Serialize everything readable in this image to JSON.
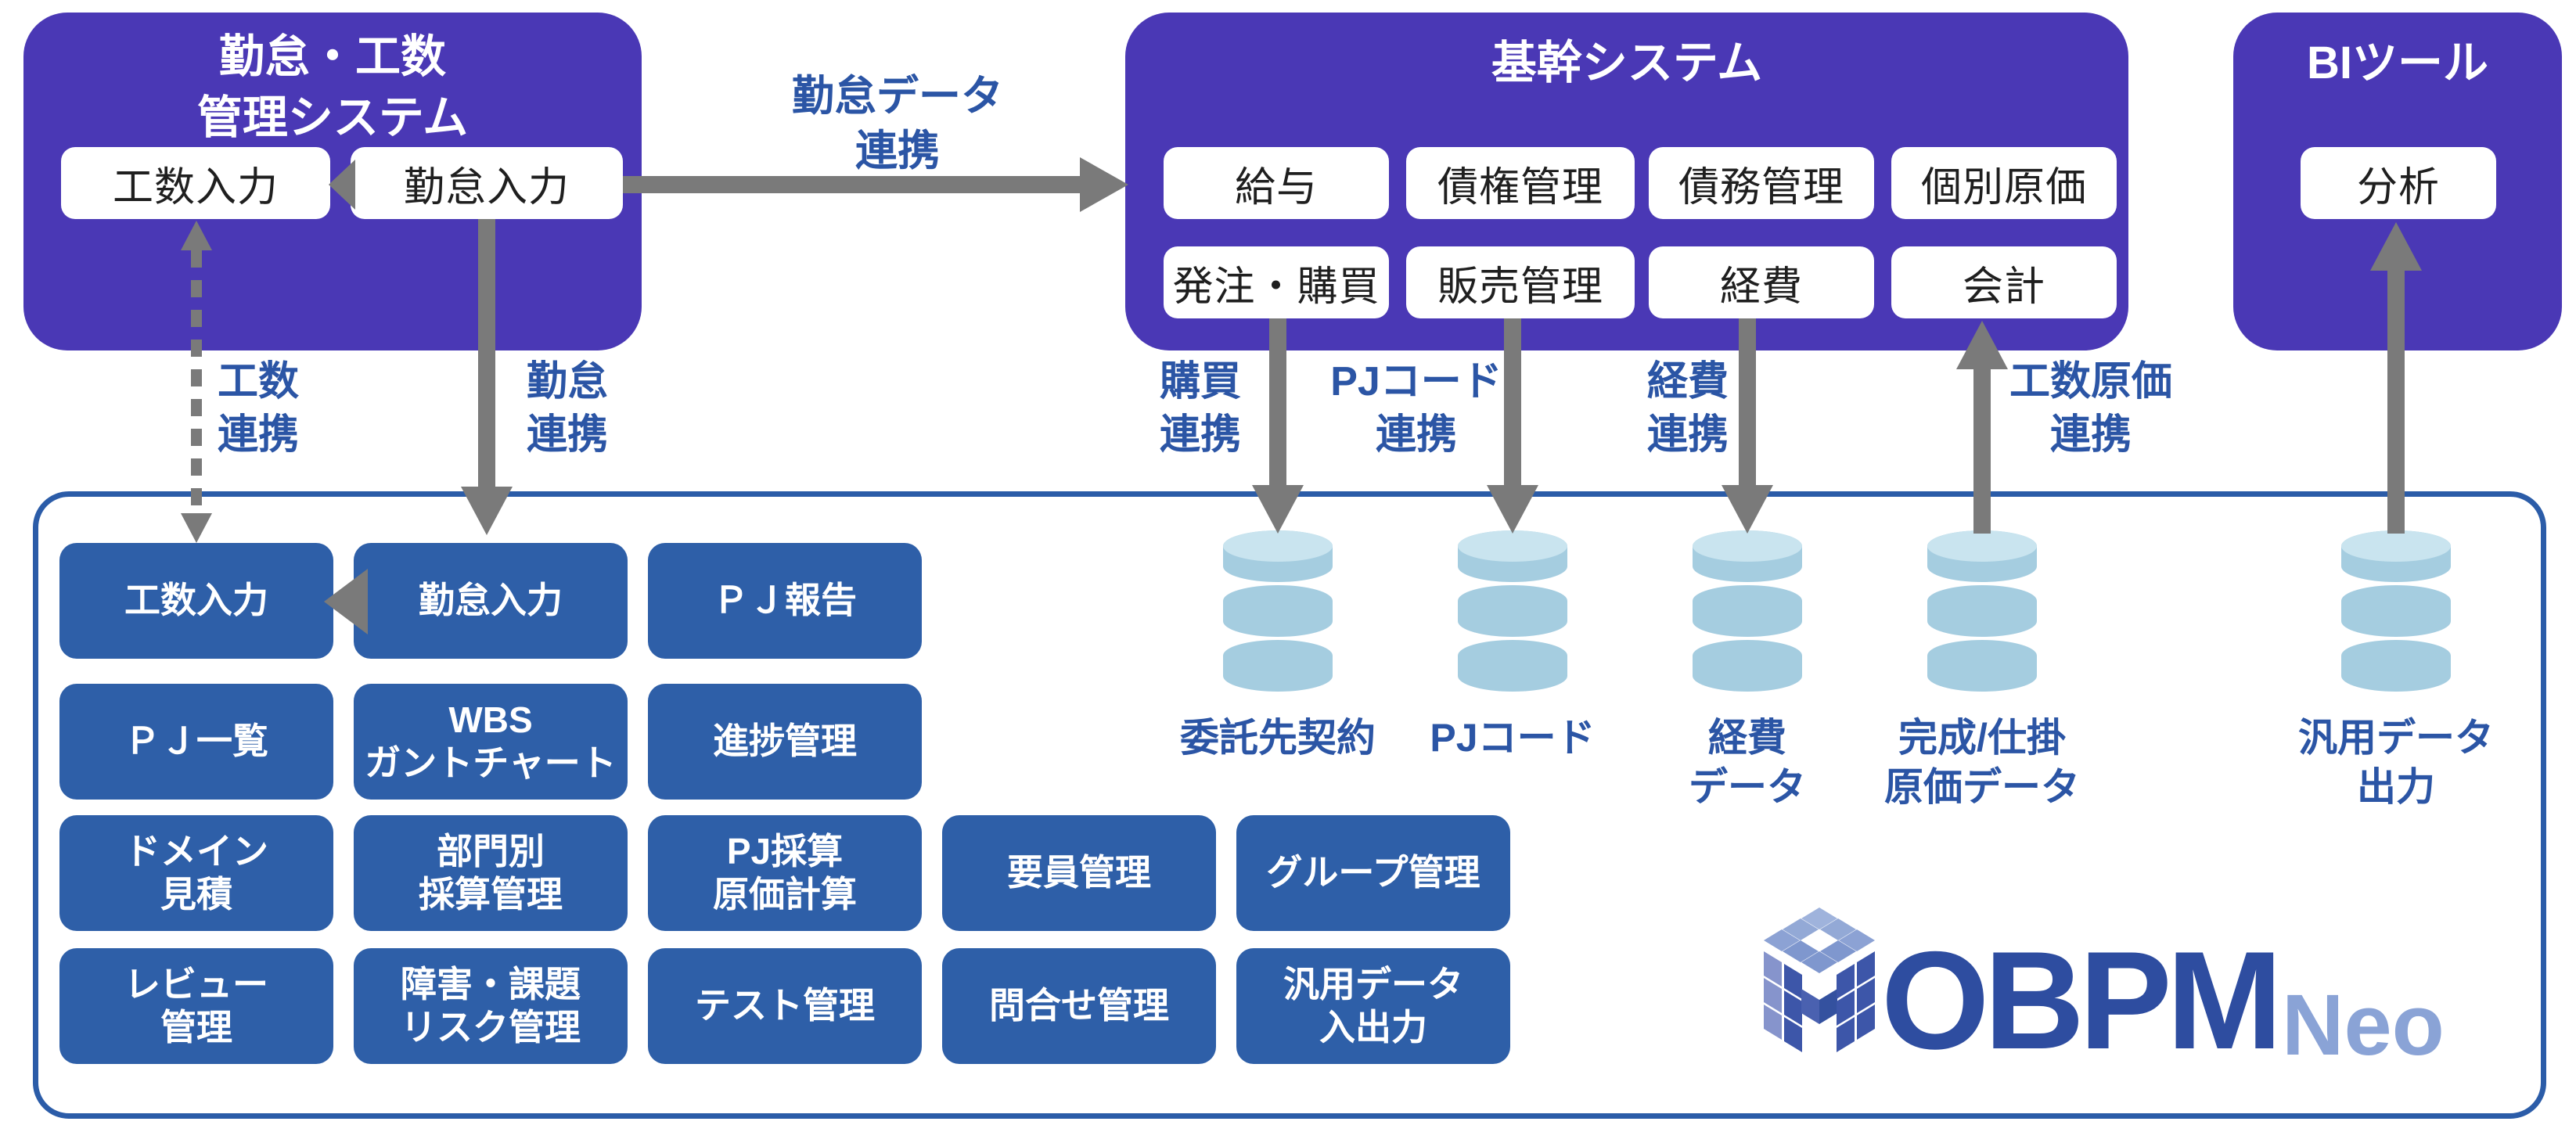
{
  "colors": {
    "purple": "#4A38B5",
    "module-blue": "#2E5FA8",
    "border-blue": "#2B5CA8",
    "label-blue": "#2B55A5",
    "arrow-gray": "#7A7A7A",
    "cyl-body": "#A5CDE0",
    "cyl-top": "#C9E4EF",
    "logo-navy": "#2E4DA0",
    "logo-light": "#8AA3D6"
  },
  "systems": {
    "attendance": {
      "title": "勤怠・工数\n管理システム",
      "modules": [
        "工数入力",
        "勤怠入力"
      ]
    },
    "core": {
      "title": "基幹システム",
      "modules": [
        "給与",
        "債権管理",
        "債務管理",
        "個別原価",
        "発注・購買",
        "販売管理",
        "経費",
        "会計"
      ]
    },
    "bi": {
      "title": "BIツール",
      "modules": [
        "分析"
      ]
    }
  },
  "links": {
    "attendance_data": "勤怠データ\n連携",
    "manhour": "工数\n連携",
    "attendance": "勤怠\n連携",
    "purchase": "購買\n連携",
    "pj_code": "PJコード\n連携",
    "expense": "経費\n連携",
    "manhour_cost": "工数原価\n連携"
  },
  "obpm": {
    "modules": [
      "工数入力",
      "勤怠入力",
      "ＰＪ報告",
      "ＰＪ一覧",
      "WBS\nガントチャート",
      "進捗管理",
      "ドメイン\n見積",
      "部門別\n採算管理",
      "PJ採算\n原価計算",
      "要員管理",
      "グループ管理",
      "レビュー\n管理",
      "障害・課題\nリスク管理",
      "テスト管理",
      "問合せ管理",
      "汎用データ\n入出力"
    ],
    "datastores": [
      "委託先契約",
      "PJコード",
      "経費\nデータ",
      "完成/仕掛\n原価データ",
      "汎用データ\n出力"
    ],
    "logo": {
      "name": "OBPM",
      "suffix": "Neo"
    }
  }
}
